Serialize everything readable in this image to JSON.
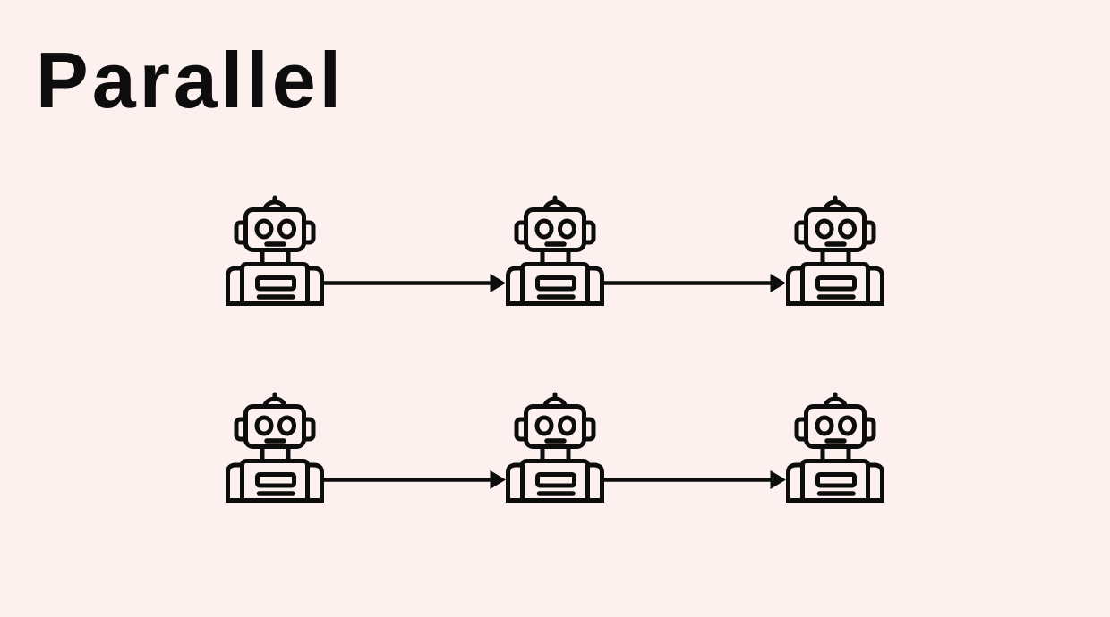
{
  "title": "Parallel",
  "theme": {
    "background": "#FCF1EE",
    "ink": "#0D0D0D"
  },
  "diagram": {
    "description": "Two parallel pipelines, each with three robots passing work to the right",
    "node_icon": "robot-icon",
    "connector_icon": "arrow-right-icon",
    "rows": [
      {
        "name": "pipeline-row-1",
        "robots": 3,
        "arrows": 2
      },
      {
        "name": "pipeline-row-2",
        "robots": 3,
        "arrows": 2
      }
    ]
  }
}
